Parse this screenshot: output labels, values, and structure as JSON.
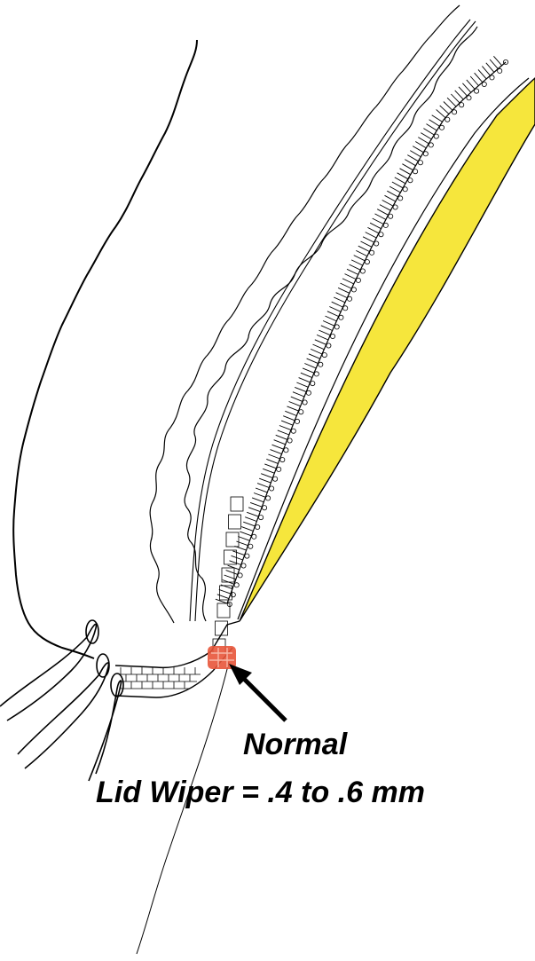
{
  "annotation": {
    "line1": "Normal",
    "line2": "Lid Wiper = .4 to .6 mm"
  },
  "colors": {
    "cornea_stroma": "#f6e63c",
    "lid_wiper_zone": "#e8553a",
    "ink": "#000000",
    "background": "#ffffff"
  },
  "structures": [
    "outer-eyelid-skin",
    "eyelash-follicles",
    "meibomian-gland",
    "conjunctival-epithelium-cells",
    "corneal-stroma-yellow",
    "lid-wiper-marker",
    "tear-film-line",
    "pointer-arrow"
  ]
}
